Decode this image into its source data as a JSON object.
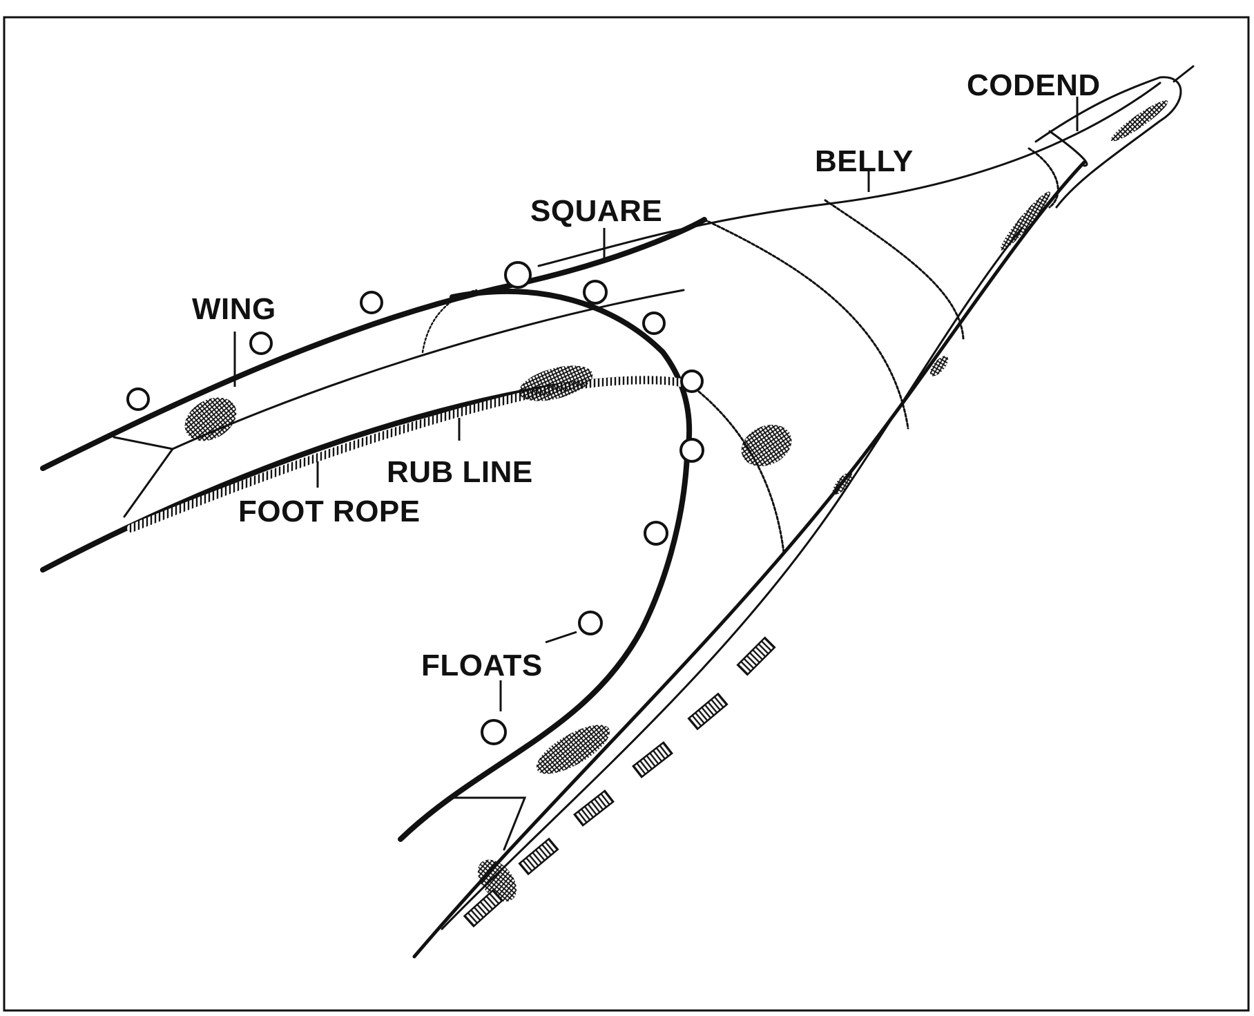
{
  "title": "",
  "colors": {
    "ink": "#111111",
    "paper": "#ffffff"
  },
  "labels": {
    "codend": "CODEND",
    "belly": "BELLY",
    "square": "SQUARE",
    "wing": "WING",
    "rub_line": "RUB LINE",
    "foot_rope": "FOOT ROPE",
    "floats": "FLOATS"
  }
}
